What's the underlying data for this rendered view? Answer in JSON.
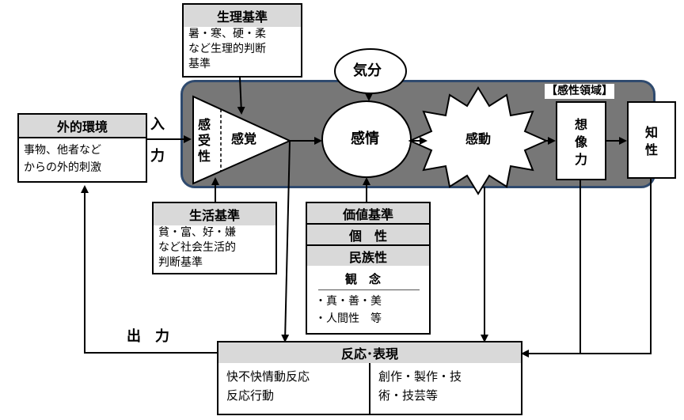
{
  "external": {
    "title": "外的環境",
    "body": [
      "事物、他者など",
      "からの外的刺激"
    ]
  },
  "input_label": [
    "入",
    "力"
  ],
  "output_label": "出　力",
  "physio": {
    "title": "生理基準",
    "body": [
      "暑・寒、硬・柔",
      "など生理的判断",
      "基準"
    ]
  },
  "mood": "気分",
  "region_label": "【感性領域】",
  "sense": {
    "receptive": [
      "感",
      "受",
      "性"
    ],
    "perception": "感覚"
  },
  "emotion": "感情",
  "impression": "感動",
  "imagination": [
    "想",
    "像",
    "力"
  ],
  "intellect": [
    "知",
    "性"
  ],
  "life": {
    "title": "生活基準",
    "body": [
      "貧・富、好・嫌",
      "など社会生活的",
      "判断基準"
    ]
  },
  "values": {
    "rows": [
      "価値基準",
      "個　性",
      "民族性"
    ],
    "concept_title": "観　念",
    "concept_items": [
      "・真・善・美",
      "・人間性　等"
    ]
  },
  "response": {
    "title": "反応･表現",
    "left": [
      "快不快情動反応",
      "反応行動"
    ],
    "right": [
      "創作・製作・技",
      "術・技芸等"
    ]
  }
}
